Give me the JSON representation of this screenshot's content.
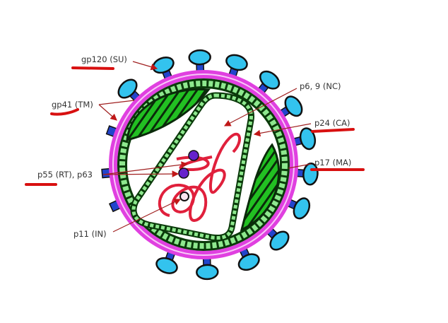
{
  "labels": {
    "gp120": "gp120 (SU)",
    "gp41": "gp41 (TM)",
    "p55": "p55 (RT), p63",
    "p11": "p11 (IN)",
    "p69": "p6, 9 (NC)",
    "p24": "p24 (CA)",
    "p17": "p17 (MA)"
  },
  "colors": {
    "membrane": "#e040e0",
    "matrix": "#7ee07e",
    "capsid": "#22b822",
    "knob": "#33c3ee",
    "stem": "#2244cc",
    "rna": "#e0203c",
    "annotation": "#d81010",
    "arrow": "#a02020",
    "enzyme": "#6622cc"
  }
}
